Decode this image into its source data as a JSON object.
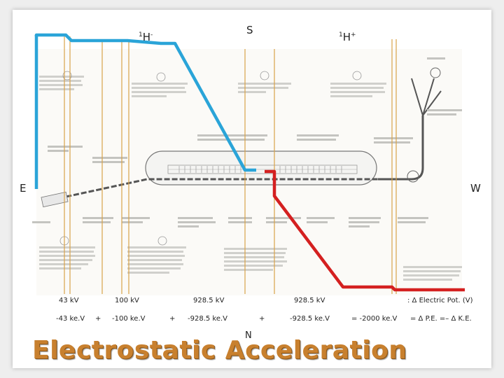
{
  "labels": {
    "s_pole": "S",
    "n_pole": "N",
    "e_label": "E",
    "w_label": "W",
    "h_minus_base": "H",
    "h_minus_mass": "1",
    "h_minus_charge": "-",
    "h_plus_base": "H",
    "h_plus_mass": "1",
    "h_plus_charge": "+"
  },
  "potentials": [
    "43 kV",
    "100 kV",
    "928.5 kV",
    "928.5 kV",
    ": Δ Electric Pot. (V)"
  ],
  "energies": [
    "-43 ke.V",
    "+",
    "-100 ke.V",
    "+",
    "-928.5 ke.V",
    "+",
    "-928.5 ke.V",
    "= -2000 ke.V",
    "= Δ P.E. =– Δ K.E."
  ],
  "title": "Electrostatic Acceleration",
  "colors": {
    "h_minus_path": "#2aa4d8",
    "h_plus_path": "#d42020",
    "markers": "#d9a34a",
    "title": "#c8802e"
  }
}
